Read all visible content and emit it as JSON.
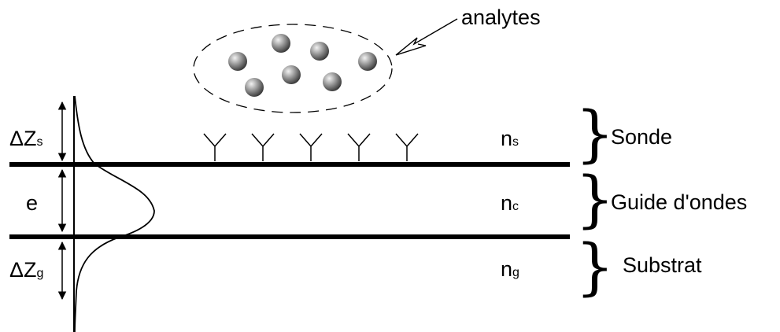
{
  "labels": {
    "analytes": "analytes",
    "delta_zs_main": "ΔZ",
    "delta_zs_sub": "s",
    "e": "e",
    "delta_zg_main": "ΔZ",
    "delta_zg_sub": "g",
    "ns_main": "n",
    "ns_sub": "s",
    "nc_main": "n",
    "nc_sub": "c",
    "ng_main": "n",
    "ng_sub": "g",
    "sonde": "Sonde",
    "guide": "Guide d'ondes",
    "substrat": "Substrat",
    "brace": "}"
  },
  "counts": {
    "analyte_particles": 7,
    "probe_receptors": 5
  },
  "colors": {
    "ink": "#000000",
    "particle_dark": "#3a3a3a",
    "particle_light": "#ffffff"
  }
}
